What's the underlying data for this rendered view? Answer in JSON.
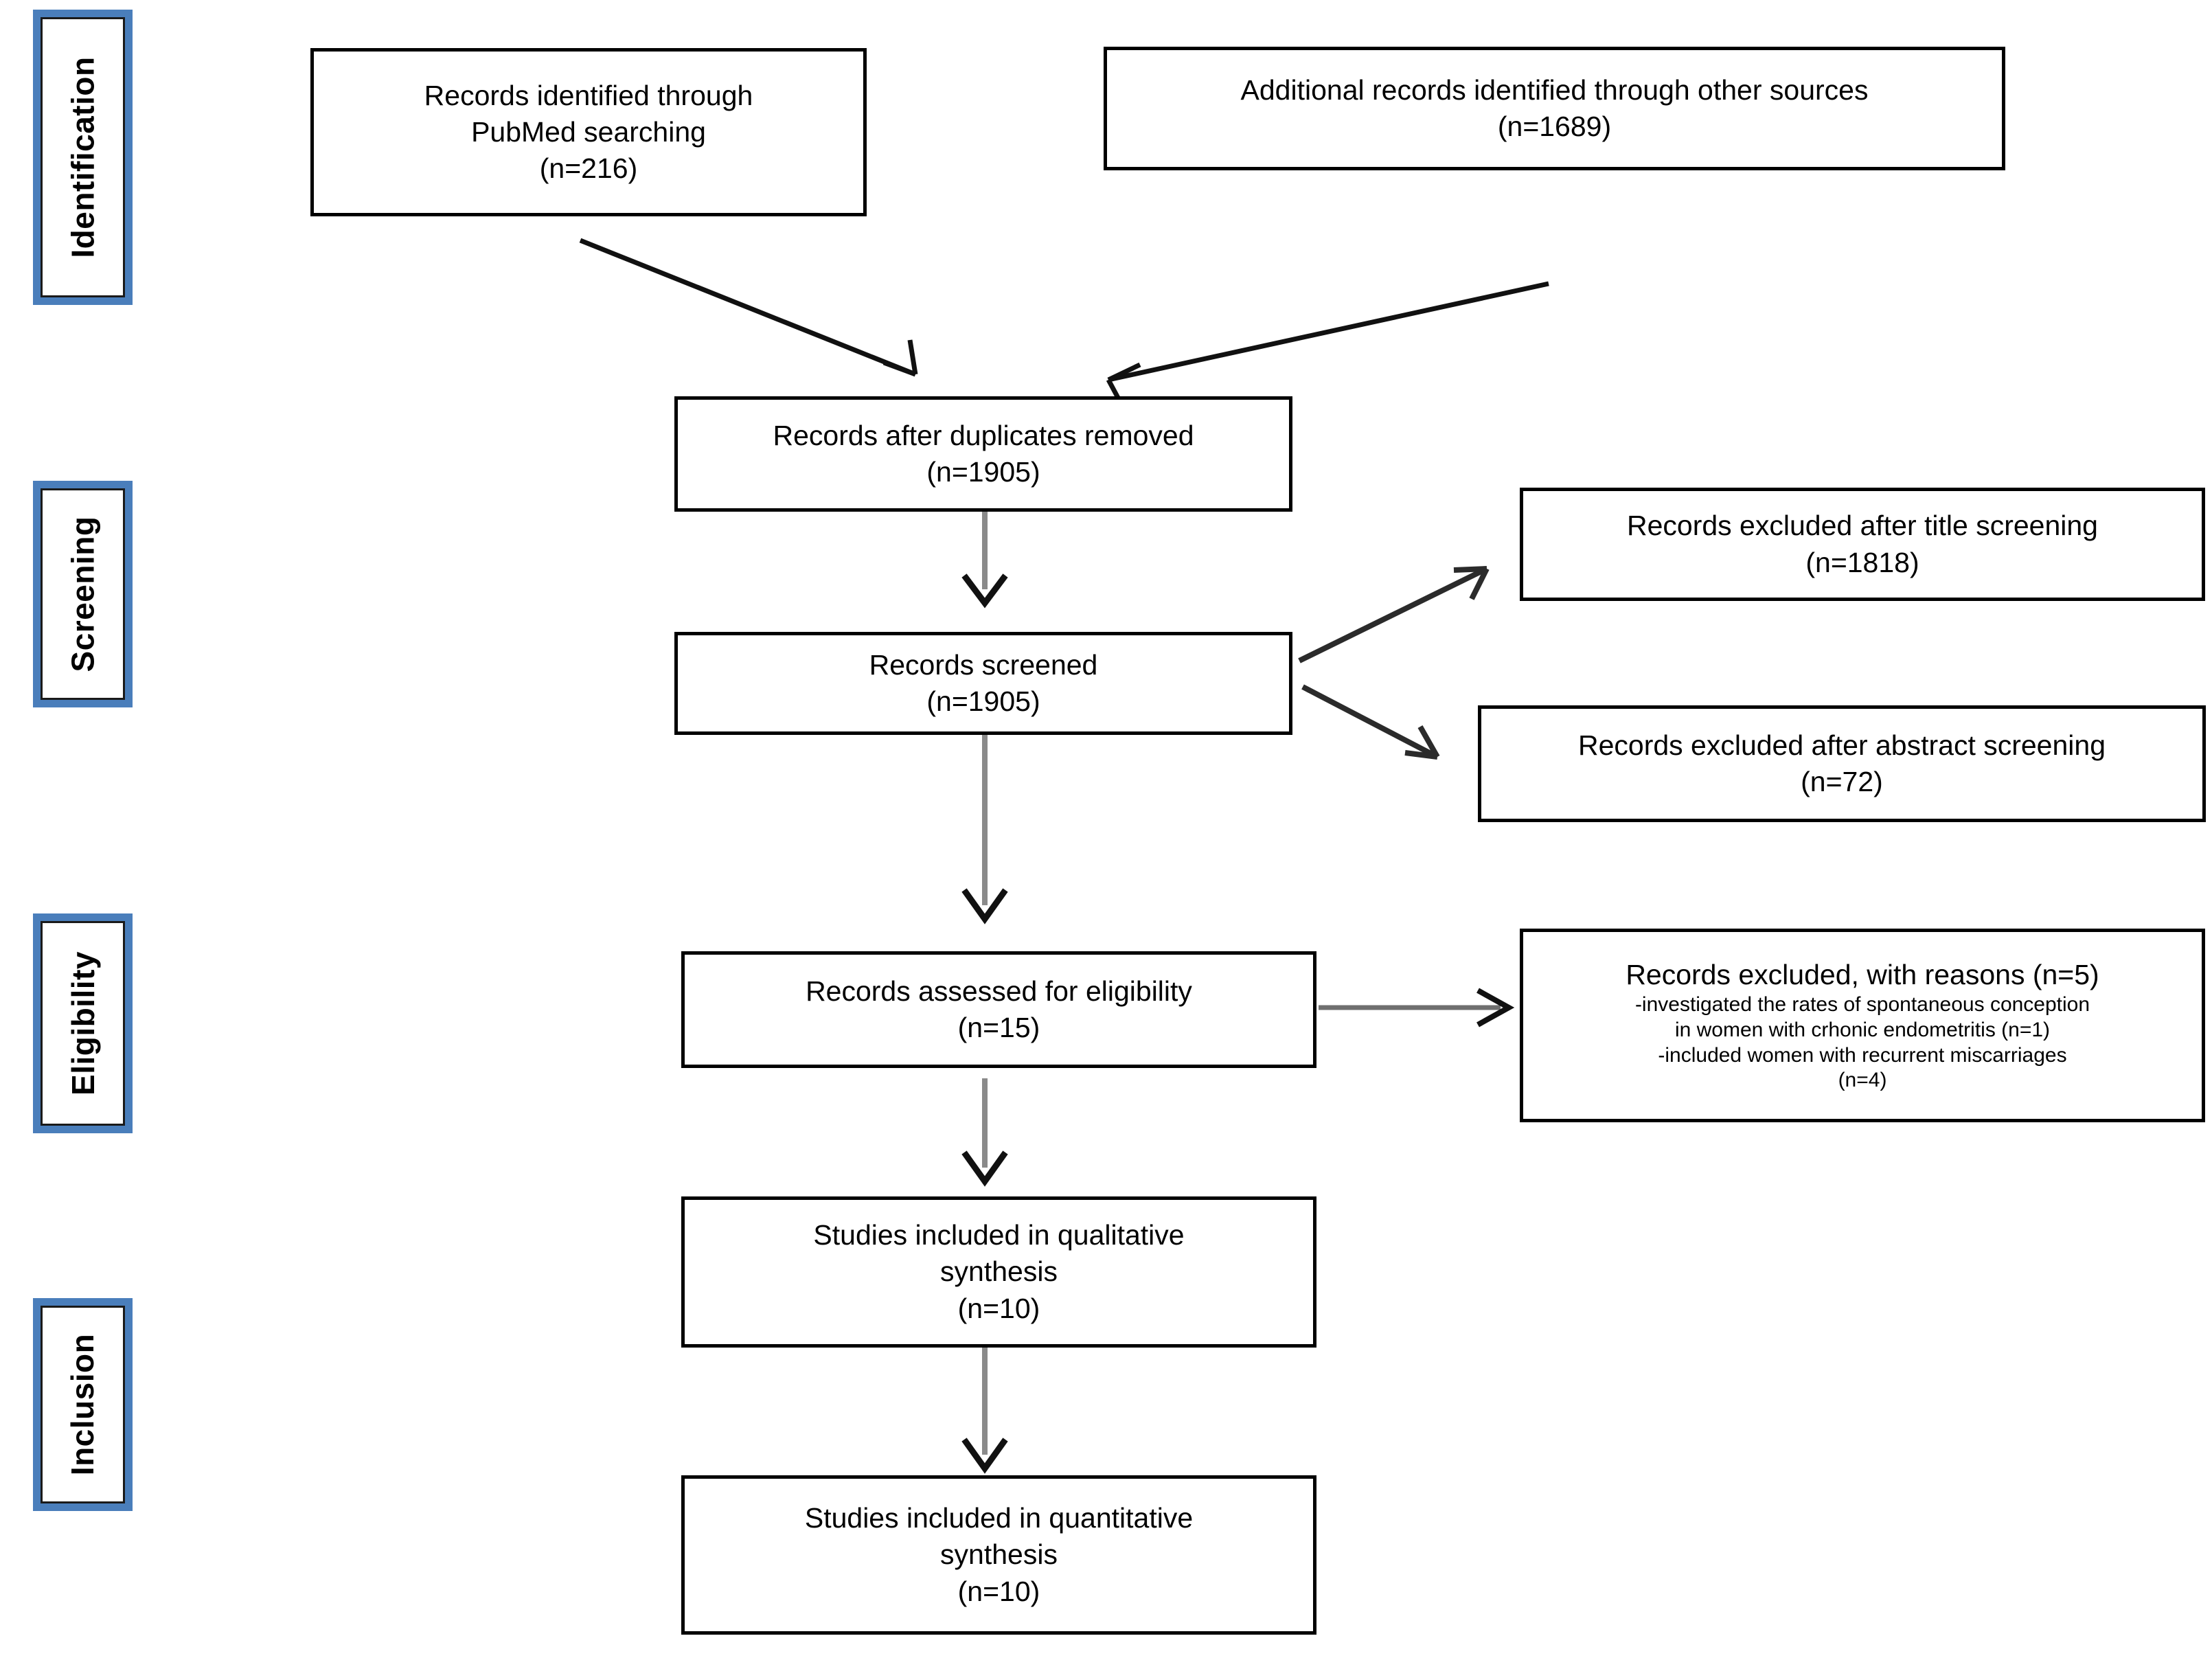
{
  "figure": {
    "type": "prisma-flow-diagram",
    "accent_color": "#4A7EBB",
    "box_border_color": "#000000",
    "arrow_color_diagonal": "#1a1a1a",
    "arrow_color_vertical": "#8a8a8a",
    "background": "#ffffff"
  },
  "stages": [
    {
      "id": "identification",
      "label": "Identification"
    },
    {
      "id": "screening",
      "label": "Screening"
    },
    {
      "id": "eligibility",
      "label": "Eligibility"
    },
    {
      "id": "inclusion",
      "label": "Inclusion"
    }
  ],
  "boxes": {
    "pubmed_records": {
      "lines": [
        "Records identified through",
        "PubMed searching",
        "(n=216)"
      ],
      "count": 216
    },
    "other_sources": {
      "lines": [
        "Additional records identified through other sources",
        "(n=1689)"
      ],
      "count": 1689
    },
    "duplicates_removed": {
      "lines": [
        "Records after duplicates removed",
        "(n=1905)"
      ],
      "count": 1905
    },
    "records_screened": {
      "lines": [
        "Records screened",
        "(n=1905)"
      ],
      "count": 1905
    },
    "excluded_title": {
      "lines": [
        "Records excluded after title screening",
        "(n=1818)"
      ],
      "count": 1818
    },
    "excluded_abstract": {
      "lines": [
        "Records excluded after abstract screening",
        "(n=72)"
      ],
      "count": 72
    },
    "assessed_eligibility": {
      "lines": [
        "Records assessed for eligibility",
        "(n=15)"
      ],
      "count": 15
    },
    "excluded_reasons": {
      "heading": "Records excluded, with reasons (n=5)",
      "count": 5,
      "reasons": [
        "-investigated the rates of spontaneous conception",
        "in women with crhonic endometritis (n=1)",
        "-included women with recurrent miscarriages",
        "(n=4)"
      ]
    },
    "qualitative": {
      "lines": [
        "Studies included in qualitative",
        "synthesis",
        "(n=10)"
      ],
      "count": 10
    },
    "quantitative": {
      "lines": [
        "Studies included in quantitative",
        "synthesis",
        "(n=10)"
      ],
      "count": 10
    }
  }
}
